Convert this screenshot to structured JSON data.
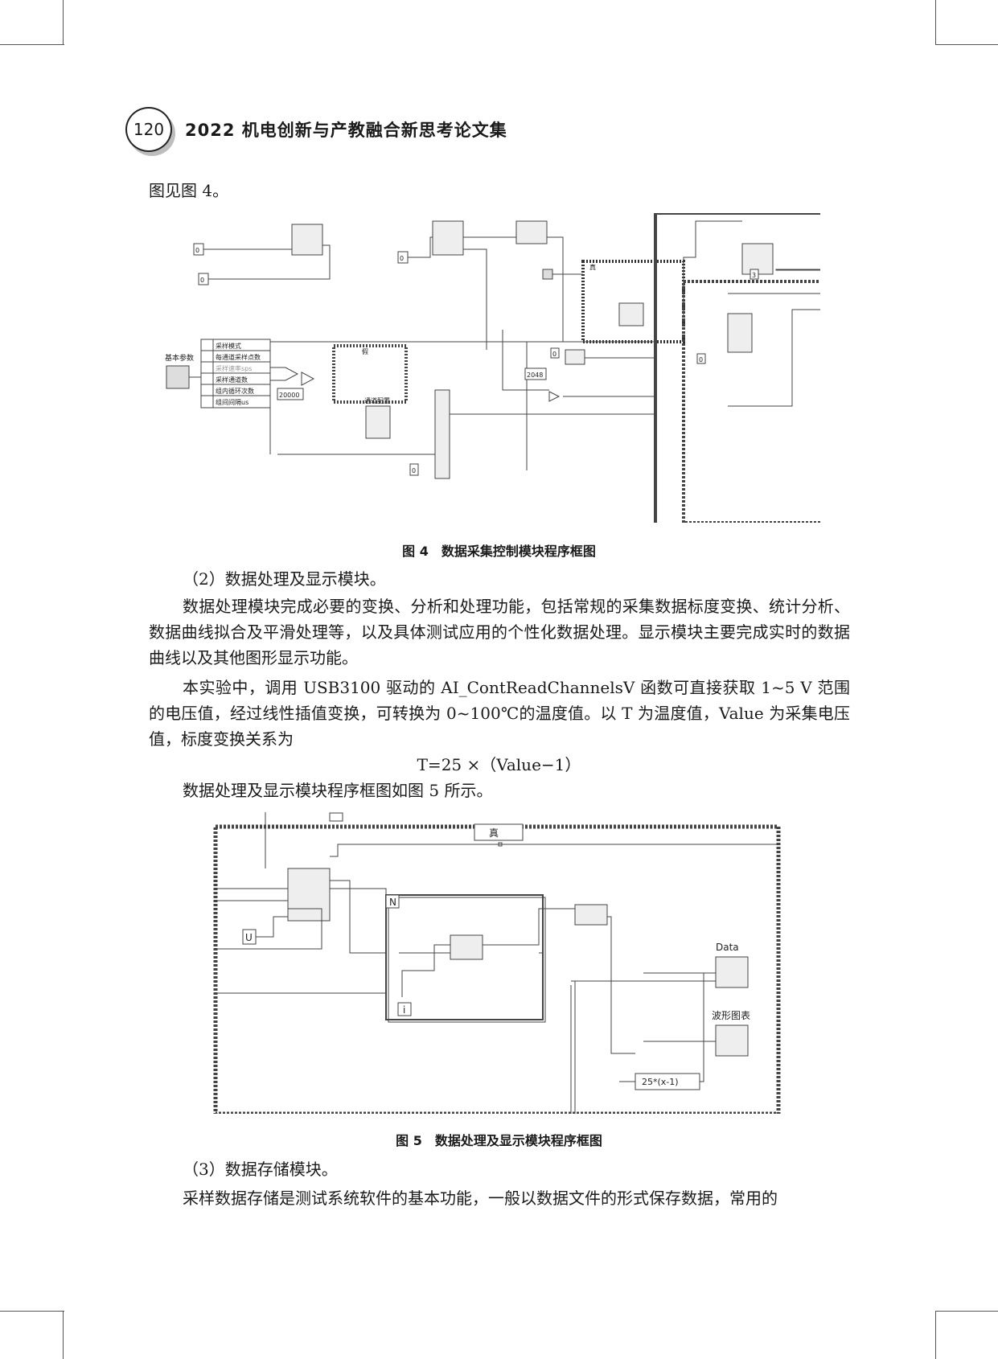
{
  "header": {
    "page_number": "120",
    "running_title": "2022 机电创新与产教融合新思考论文集"
  },
  "intro_line": "图见图 4。",
  "figure4": {
    "caption": "图 4　数据采集控制模块程序框图",
    "labels": {
      "cluster_title": "基本参数",
      "fields": [
        "采样模式",
        "每通道采样点数",
        "采样速率sps",
        "采样通道数",
        "组内循环次数",
        "组间间隔us"
      ],
      "case_false": "假",
      "case_true": "真",
      "const_20000": "20000",
      "const_2048": "2048",
      "const_0": "0",
      "const_3": "3",
      "channel_config": "通道配置"
    }
  },
  "section2": {
    "heading": "（2）数据处理及显示模块。",
    "p1": "数据处理模块完成必要的变换、分析和处理功能，包括常规的采集数据标度变换、统计分析、数据曲线拟合及平滑处理等，以及具体测试应用的个性化数据处理。显示模块主要完成实时的数据曲线以及其他图形显示功能。",
    "p2": "本实验中，调用 USB3100 驱动的 AI_ContReadChannelsV 函数可直接获取 1~5 V 范围的电压值，经过线性插值变换，可转换为 0~100℃的温度值。以 T 为温度值，Value 为采集电压值，标度变换关系为",
    "formula": "T=25 ×（Value−1）",
    "p3": "数据处理及显示模块程序框图如图 5 所示。"
  },
  "figure5": {
    "caption": "图 5　数据处理及显示模块程序框图",
    "labels": {
      "case_true": "真",
      "loop_n": "N",
      "loop_i": "i",
      "data_indicator": "Data",
      "chart_indicator": "波形图表",
      "expression": "25*(x-1)",
      "const_u": "U"
    }
  },
  "section3": {
    "heading": "（3）数据存储模块。",
    "p1": "采样数据存储是测试系统软件的基本功能，一般以数据文件的形式保存数据，常用的"
  }
}
